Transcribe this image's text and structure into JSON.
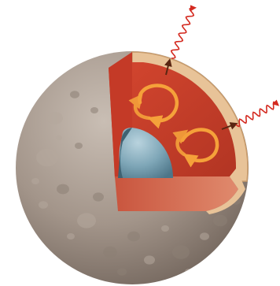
{
  "diagram": {
    "labels": [],
    "colors": {
      "background": "#ffffff",
      "surface_light": "#c9beb4",
      "surface_mid": "#a3958a",
      "surface_dark": "#6f6259",
      "crust": "#e8c398",
      "crust_edge": "#c99c6c",
      "mantle": "#c9402d",
      "mantle_floor": "#d96d55",
      "core_light": "#b9d3de",
      "core_mid": "#7ea6b7",
      "core_dark": "#4d7588",
      "convection_arrow": "#f5a13a",
      "heat_ray": "#d42a20",
      "heat_arrow": "#5a2612"
    },
    "icons": [
      "convection-cell-arrows",
      "heat-flow-arrows",
      "escaping-radiation-waves"
    ]
  }
}
